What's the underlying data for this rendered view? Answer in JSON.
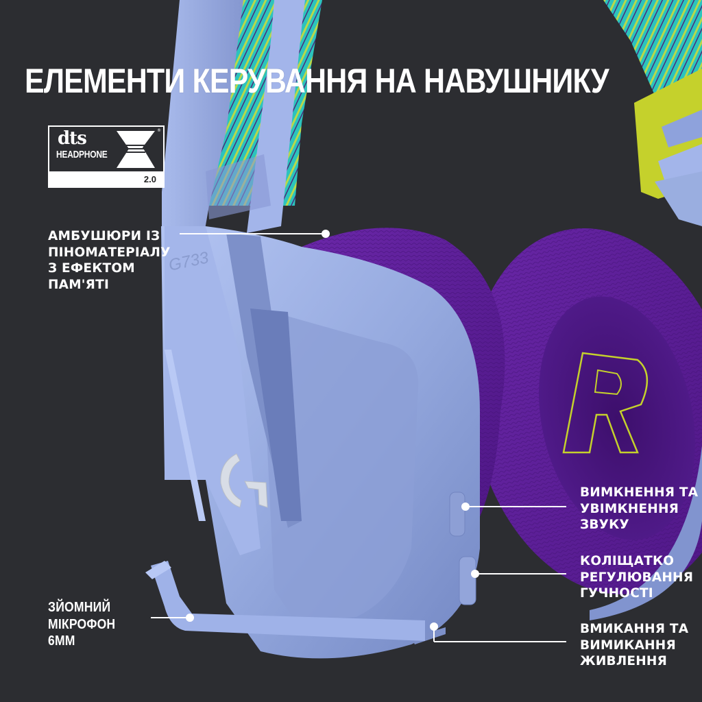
{
  "title": "ЕЛЕМЕНТИ КЕРУВАННЯ НА НАВУШНИКУ",
  "badge": {
    "brand": "dts",
    "product": "HEADPHONE",
    "mark": "X",
    "registered": "®",
    "version": "2.0"
  },
  "product": {
    "model_label": "G733",
    "logo": "G",
    "earcup_marker": "R"
  },
  "callouts": {
    "ear_cushions": {
      "lines": [
        "АМБУШЮРИ ІЗ",
        "ПІНОМАТЕРІАЛУ",
        "З ЕФЕКТОМ",
        "ПАМ'ЯТІ"
      ]
    },
    "mic_mute": {
      "lines": [
        "ВИМКНЕННЯ ТА",
        "УВІМКНЕННЯ",
        "ЗВУКУ"
      ]
    },
    "volume_wheel": {
      "lines": [
        "КОЛІЩАТКО",
        "РЕГУЛЮВАННЯ",
        "ГУЧНОСТІ"
      ]
    },
    "microphone": {
      "lines": [
        "ЗЙОМНИЙ",
        "МІКРОФОН",
        "6ММ"
      ]
    },
    "power": {
      "lines": [
        "ВМИКАННЯ ТА",
        "ВИМИКАННЯ",
        "ЖИВЛЕННЯ"
      ]
    }
  },
  "colors": {
    "background": "#2c2d31",
    "headset_body": "#9aaee0",
    "ear_pad": "#5a1d94",
    "accent_lime": "#c5d12c",
    "headband_teal": "#2fc6c0",
    "text": "#ffffff"
  }
}
